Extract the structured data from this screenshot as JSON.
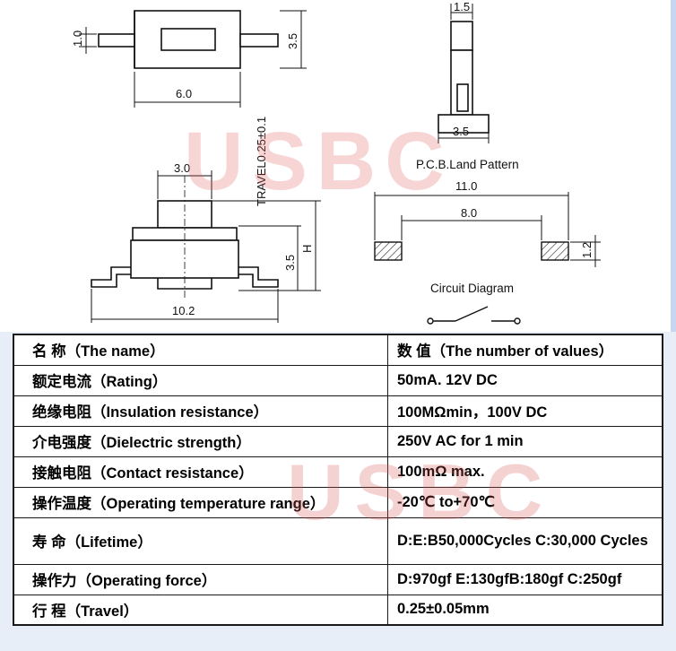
{
  "watermark": "USBC",
  "drawing": {
    "dims": {
      "d1_0": "1.0",
      "d3_5_top": "3.5",
      "d6_0": "6.0",
      "d1_5": "1.5",
      "d3_5_side": "3.5",
      "travel": "TRAVEL0.25±0.1",
      "d3_0": "3.0",
      "d3_5_front": "3.5",
      "h": "H",
      "d10_2": "10.2",
      "d11_0": "11.0",
      "d8_0": "8.0",
      "d1_2": "1.2"
    },
    "labels": {
      "pcb_land_pattern": "P.C.B.Land Pattern",
      "circuit_diagram": "Circuit Diagram"
    }
  },
  "table": {
    "rows": [
      {
        "name": "名 称（The name）",
        "value": "数 值（The number of values）"
      },
      {
        "name": "额定电流（Rating）",
        "value": "50mA. 12V DC"
      },
      {
        "name": "绝缘电阻（Insulation resistance）",
        "value": "100MΩmin，100V DC"
      },
      {
        "name": "介电强度（Dielectric strength）",
        "value": "250V AC for 1 min"
      },
      {
        "name": "接触电阻（Contact resistance）",
        "value": "100mΩ  max."
      },
      {
        "name": "操作温度（Operating temperature range）",
        "value": "-20℃  to+70℃"
      },
      {
        "name": "寿 命（Lifetime）",
        "value": "D:E:B50,000Cycles C:30,000 Cycles"
      },
      {
        "name": "操作力（Operating force）",
        "value": "D:970gf E:130gfB:180gf C:250gf"
      },
      {
        "name": "行 程（Travel）",
        "value": "0.25±0.05mm"
      }
    ]
  }
}
